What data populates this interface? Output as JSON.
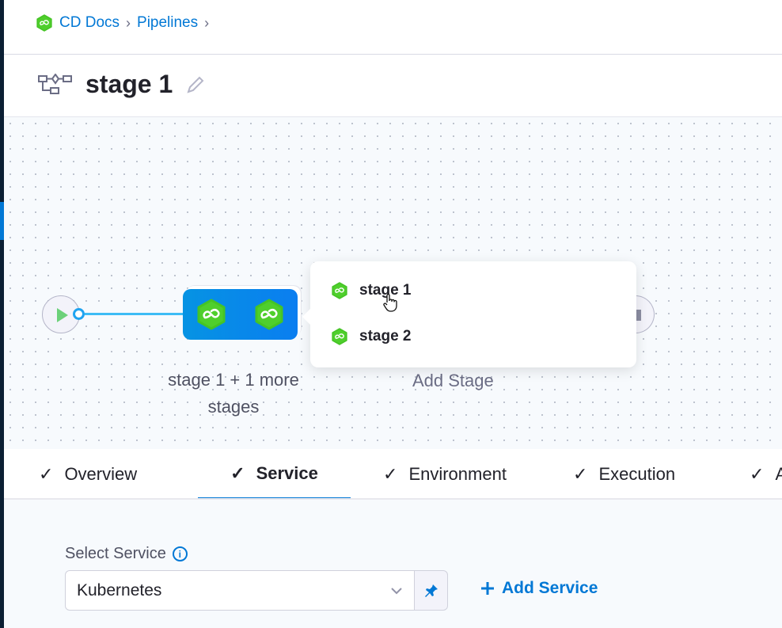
{
  "breadcrumb": {
    "items": [
      "CD Docs",
      "Pipelines"
    ]
  },
  "header": {
    "title": "stage 1"
  },
  "canvas": {
    "group_label": "stage 1 + 1 more stages",
    "add_stage_label": "Add Stage",
    "popup_items": [
      "stage 1",
      "stage 2"
    ]
  },
  "tabs": [
    {
      "label": "Overview"
    },
    {
      "label": "Service",
      "active": true
    },
    {
      "label": "Environment"
    },
    {
      "label": "Execution"
    },
    {
      "label": "Advanced"
    }
  ],
  "service": {
    "label": "Select Service",
    "value": "Kubernetes",
    "add_label": "Add Service"
  },
  "colors": {
    "accent": "#0278d5",
    "stage_green": "#4fcf2c",
    "stage_group_blue": "#0a86ea"
  }
}
